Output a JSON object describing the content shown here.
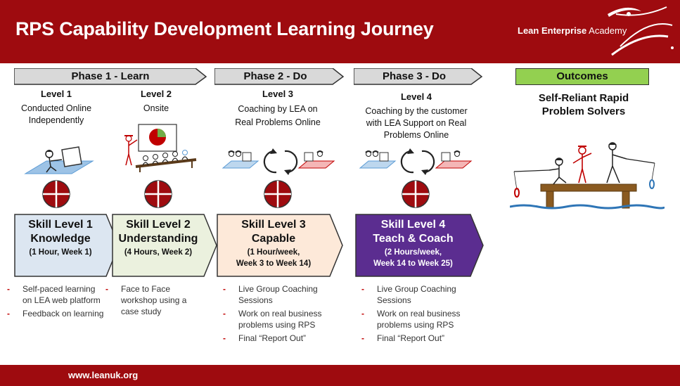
{
  "header": {
    "title": "RPS Capability Development Learning Journey",
    "brand_bold": "Lean Enterprise",
    "brand_light": " Academy"
  },
  "footer": {
    "url": "www.leanuk.org"
  },
  "phases": [
    {
      "label": "Phase 1 - Learn"
    },
    {
      "label": "Phase 2 - Do"
    },
    {
      "label": "Phase 3 - Do"
    }
  ],
  "outcomes": {
    "label": "Outcomes",
    "text_line1": "Self-Reliant Rapid",
    "text_line2": "Problem Solvers"
  },
  "levels": [
    {
      "name": "Level 1",
      "desc": [
        "Conducted Online",
        "Independently"
      ]
    },
    {
      "name": "Level 2",
      "desc": [
        "Onsite"
      ]
    },
    {
      "name": "Level 3",
      "desc": [
        "Coaching by LEA on",
        "Real Problems Online"
      ]
    },
    {
      "name": "Level 4",
      "desc": [
        "Coaching by the customer",
        "with LEA Support on Real",
        "Problems Online"
      ]
    }
  ],
  "skills": [
    {
      "title1": "Skill Level 1",
      "title2": "Knowledge",
      "sub1": "(1 Hour, Week 1)",
      "sub2": "",
      "color": "#dce6f1"
    },
    {
      "title1": "Skill Level 2",
      "title2": "Understanding",
      "sub1": "(4 Hours, Week 2)",
      "sub2": "",
      "color": "#ebf1de"
    },
    {
      "title1": "Skill Level 3",
      "title2": "Capable",
      "sub1": "(1 Hour/week,",
      "sub2": "Week 3 to Week 14)",
      "color": "#fde9d9"
    },
    {
      "title1": "Skill Level 4",
      "title2": "Teach & Coach",
      "sub1": "(2 Hours/week,",
      "sub2": "Week 14 to Week 25)",
      "color": "#5b2d90"
    }
  ],
  "bullets": {
    "col1": [
      "Self-paced learning on LEA web platform",
      "Feedback on learning"
    ],
    "col2": [
      "Face to Face workshop using a case study"
    ],
    "col3": [
      "Live Group Coaching Sessions",
      "Work on real business problems using RPS",
      "Final “Report Out”"
    ],
    "col4": [
      "Live Group Coaching Sessions",
      "Work on real business problems using RPS",
      "Final “Report Out”"
    ]
  },
  "colors": {
    "brand_red": "#9e0b0f",
    "outcome_green": "#93d050",
    "target_red": "#9e0b0f"
  },
  "icons": [
    "swoosh-logo-icon",
    "laptop-icon",
    "pie-chart-icon",
    "cycle-arrows-icon",
    "target-icon",
    "fishing-people-icon"
  ]
}
